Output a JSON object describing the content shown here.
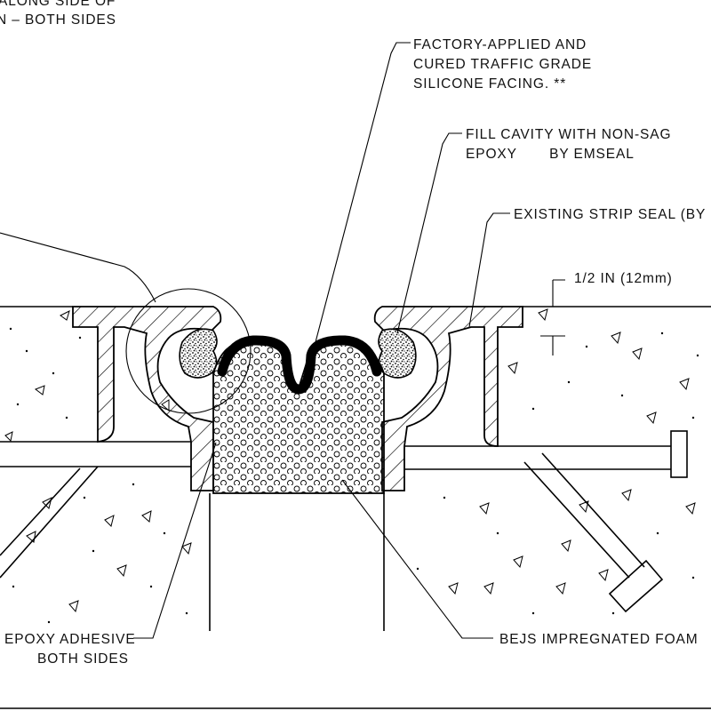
{
  "notes": {
    "top_left_line1": "ALONG SIDE OF",
    "top_left_line2": "N – BOTH SIDES",
    "factory_line1": "FACTORY-APPLIED AND",
    "factory_line2": "CURED TRAFFIC GRADE",
    "factory_line3": "SILICONE FACING. **",
    "fill_line1": "FILL CAVITY WITH NON-SAG",
    "fill_line2": "EPOXY       BY EMSEAL",
    "existing": "EXISTING STRIP SEAL (BY",
    "dimension": "1/2 IN (12mm)",
    "epoxy_line1": "EPOXY ADHESIVE",
    "epoxy_line2": "BOTH SIDES",
    "foam": "BEJS IMPREGNATED FOAM"
  },
  "colors": {
    "line": "#000000",
    "background": "#ffffff",
    "seal": "#000000"
  }
}
